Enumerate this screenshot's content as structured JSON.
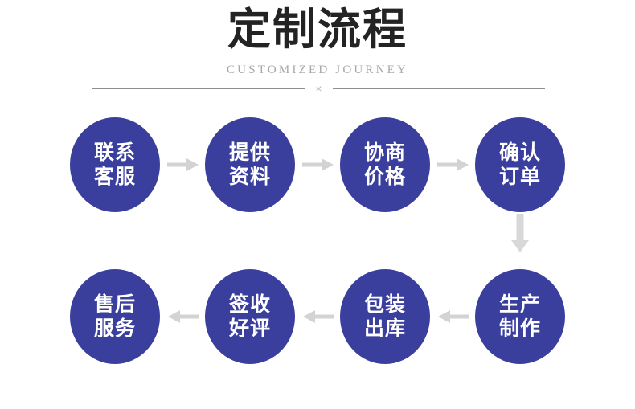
{
  "header": {
    "title": "定制流程",
    "subtitle": "CUSTOMIZED JOURNEY",
    "divider_mark": "×"
  },
  "colors": {
    "node_fill": "#3a3f9e",
    "node_text": "#ffffff",
    "title_text": "#232323",
    "subtitle_text": "#a7a7a7",
    "divider_line": "#8e8e8e",
    "arrow": "#d3d3d3",
    "background": "#ffffff"
  },
  "flow": {
    "row1": {
      "direction": "right",
      "steps": [
        {
          "index": 1,
          "line1": "联系",
          "line2": "客服",
          "name": "contact-support"
        },
        {
          "index": 2,
          "line1": "提供",
          "line2": "资料",
          "name": "provide-materials"
        },
        {
          "index": 3,
          "line1": "协商",
          "line2": "价格",
          "name": "negotiate-price"
        },
        {
          "index": 4,
          "line1": "确认",
          "line2": "订单",
          "name": "confirm-order"
        }
      ],
      "connectors": [
        "arrow-right",
        "arrow-right",
        "arrow-right"
      ]
    },
    "row_connector": "arrow-down",
    "row2": {
      "direction": "left",
      "steps": [
        {
          "index": 8,
          "line1": "售后",
          "line2": "服务",
          "name": "after-sales-service"
        },
        {
          "index": 7,
          "line1": "签收",
          "line2": "好评",
          "name": "sign-and-review"
        },
        {
          "index": 6,
          "line1": "包装",
          "line2": "出库",
          "name": "packing-shipping"
        },
        {
          "index": 5,
          "line1": "生产",
          "line2": "制作",
          "name": "production"
        }
      ],
      "connectors": [
        "arrow-left",
        "arrow-left",
        "arrow-left"
      ]
    }
  }
}
